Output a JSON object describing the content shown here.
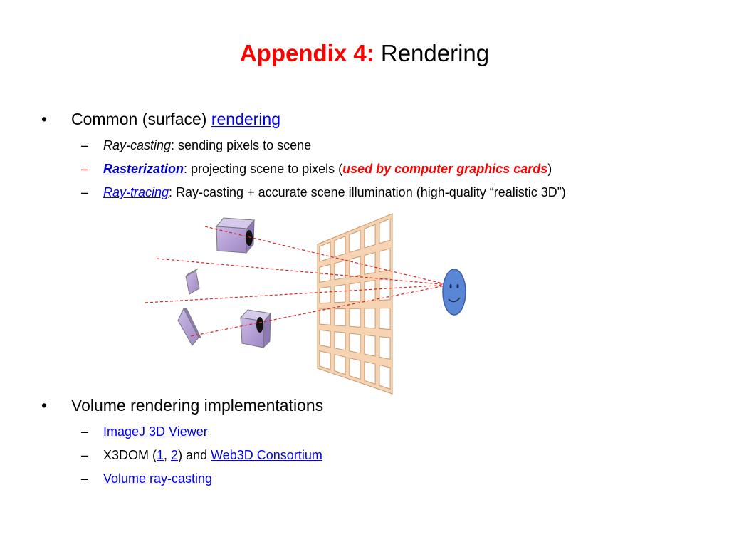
{
  "title": {
    "prefix": "Appendix 4:",
    "rest": " Rendering"
  },
  "section1": {
    "bullet": "•",
    "text": "Common (surface) ",
    "link": "rendering",
    "items": [
      {
        "dash": "–",
        "term": "Ray-casting",
        "desc": ": sending pixels to scene"
      },
      {
        "dash": "–",
        "term": "Rasterization",
        "desc": ": projecting scene to pixels (",
        "highlight": "used by computer graphics cards",
        "close": ")"
      },
      {
        "dash": "–",
        "term": "Ray-tracing",
        "desc": ": Ray-casting + accurate scene illumination (high-quality “realistic 3D”)"
      }
    ]
  },
  "section2": {
    "bullet": "•",
    "text": "Volume rendering implementations",
    "items": [
      {
        "dash": "–",
        "link": "ImageJ 3D Viewer"
      },
      {
        "dash": "–",
        "pre": "X3DOM (",
        "link1": "1",
        "sep": ", ",
        "link2": "2",
        "mid": ") and ",
        "link3": "Web3D Consortium"
      },
      {
        "dash": "–",
        "link": "Volume ray-casting"
      }
    ]
  },
  "colors": {
    "accent_red": "#ff0000",
    "link_blue": "#0000ee",
    "grid_fill": "#f6d3b2",
    "grid_stroke": "#c89a6e",
    "object_fill": "#b7a3d6",
    "eye_fill": "#5a86d6"
  }
}
